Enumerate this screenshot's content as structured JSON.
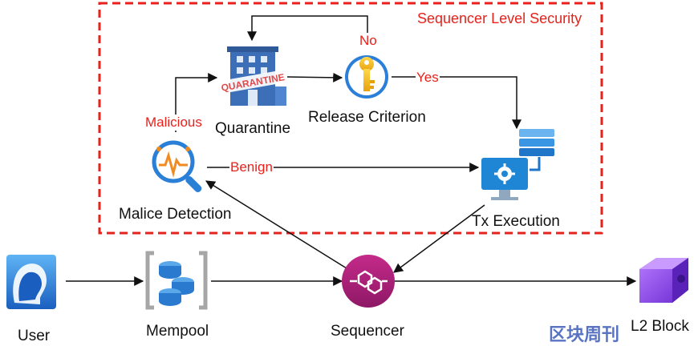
{
  "security_zone": {
    "title": "Sequencer Level Security"
  },
  "nodes": {
    "quarantine": {
      "label": "Quarantine",
      "sign_text": "QUARANTINE"
    },
    "release_criterion": {
      "label": "Release Criterion"
    },
    "malice_detection": {
      "label": "Malice Detection"
    },
    "tx_execution": {
      "label": "Tx Execution"
    },
    "user": {
      "label": "User"
    },
    "mempool": {
      "label": "Mempool"
    },
    "sequencer": {
      "label": "Sequencer"
    },
    "l2_block": {
      "label": "L2 Block"
    }
  },
  "edges": {
    "no": "No",
    "yes": "Yes",
    "malicious": "Malicious",
    "benign": "Benign"
  },
  "watermark": {
    "text": "区块周刊"
  },
  "colors": {
    "security_border": "#e8211b",
    "edge_label": "#e8211b",
    "arrow": "#111111",
    "sequencer_icon": "#b0207a",
    "l2_block_icon": "#8a3fe0",
    "user_icon": "#1e6fd0",
    "tx_execution_icon": "#1f86d6"
  }
}
